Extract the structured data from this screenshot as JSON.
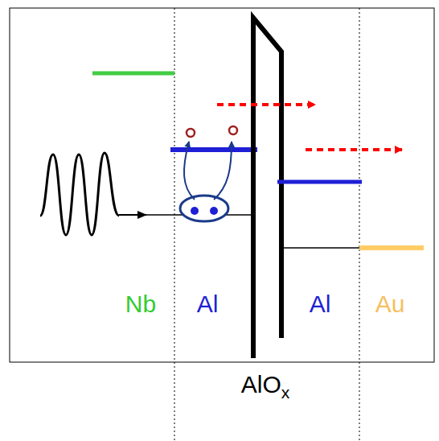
{
  "diagram": {
    "labels": [
      "Nb",
      "Al",
      "Al",
      "Au",
      "AlOx"
    ]
  }
}
